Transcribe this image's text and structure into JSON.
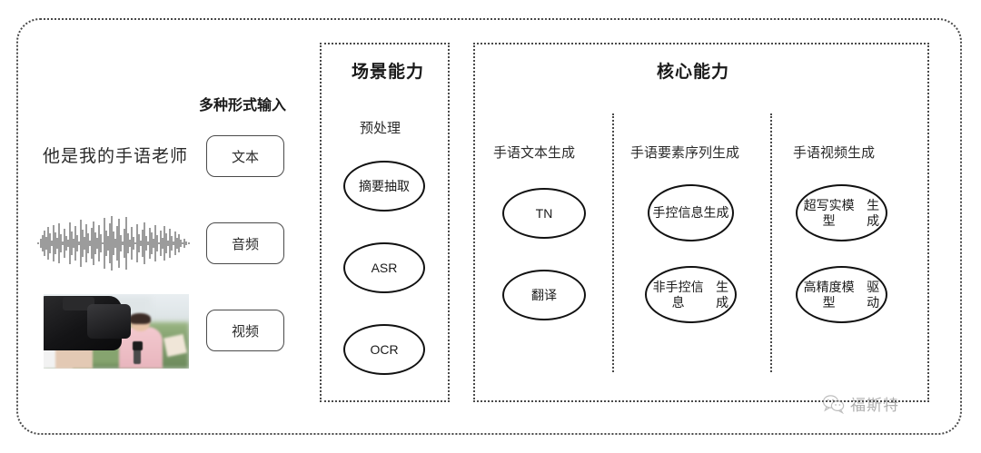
{
  "diagram": {
    "input_section": {
      "heading": "多种形式输入",
      "sentence": "他是我的手语老师",
      "waveform_icon": "audio-waveform-icon",
      "video_thumbnail_icon": "video-thumbnail-image",
      "modalities": [
        {
          "label": "文本"
        },
        {
          "label": "音频"
        },
        {
          "label": "视频"
        }
      ]
    },
    "scene_panel": {
      "title": "场景能力",
      "section_label": "预处理",
      "nodes": [
        {
          "lines": [
            "摘要抽取"
          ]
        },
        {
          "lines": [
            "ASR"
          ]
        },
        {
          "lines": [
            "OCR"
          ]
        }
      ]
    },
    "core_panel": {
      "title": "核心能力",
      "columns": [
        {
          "label": "手语文本生成",
          "nodes": [
            {
              "lines": [
                "TN"
              ]
            },
            {
              "lines": [
                "翻译"
              ]
            }
          ]
        },
        {
          "label": "手语要素序列生成",
          "nodes": [
            {
              "lines": [
                "手控信息",
                "生成"
              ]
            },
            {
              "lines": [
                "非手控信息",
                "生成"
              ]
            }
          ]
        },
        {
          "label": "手语视频生成",
          "nodes": [
            {
              "lines": [
                "超写实模型",
                "生成"
              ]
            },
            {
              "lines": [
                "高精度模型",
                "驱动"
              ]
            }
          ]
        }
      ]
    },
    "watermark": {
      "icon": "wechat-bubble-icon",
      "text": "福斯特"
    },
    "colors": {
      "ink": "#1a1a1a",
      "frame": "#4a4a4a",
      "background": "#ffffff"
    }
  }
}
